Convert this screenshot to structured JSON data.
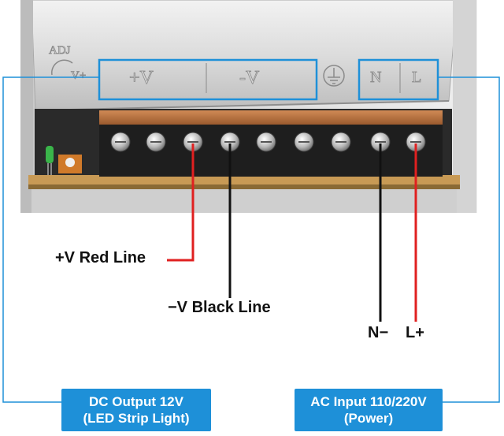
{
  "housing_labels": {
    "adj": "ADJ",
    "v_plus": "V+",
    "positive": "+V",
    "negative": "-V",
    "neutral": "N",
    "live": "L"
  },
  "callouts": {
    "positive_wire": "+V Red Line",
    "negative_wire": "−V Black Line",
    "neutral_wire": "N−",
    "live_wire": "L+"
  },
  "boxes": {
    "dc_output_line1": "DC Output 12V",
    "dc_output_line2": "(LED Strip Light)",
    "ac_input_line1": "AC Input 110/220V",
    "ac_input_line2": "(Power)"
  },
  "colors": {
    "accent_blue": "#1e90d8",
    "red_wire": "#e02020",
    "black_wire": "#111111",
    "terminal_block": "#1e1e1e",
    "pcb_copper": "#b06a3a"
  },
  "icons": {
    "ground": "ground-icon",
    "led": "led-icon",
    "potentiometer": "potentiometer-icon"
  }
}
